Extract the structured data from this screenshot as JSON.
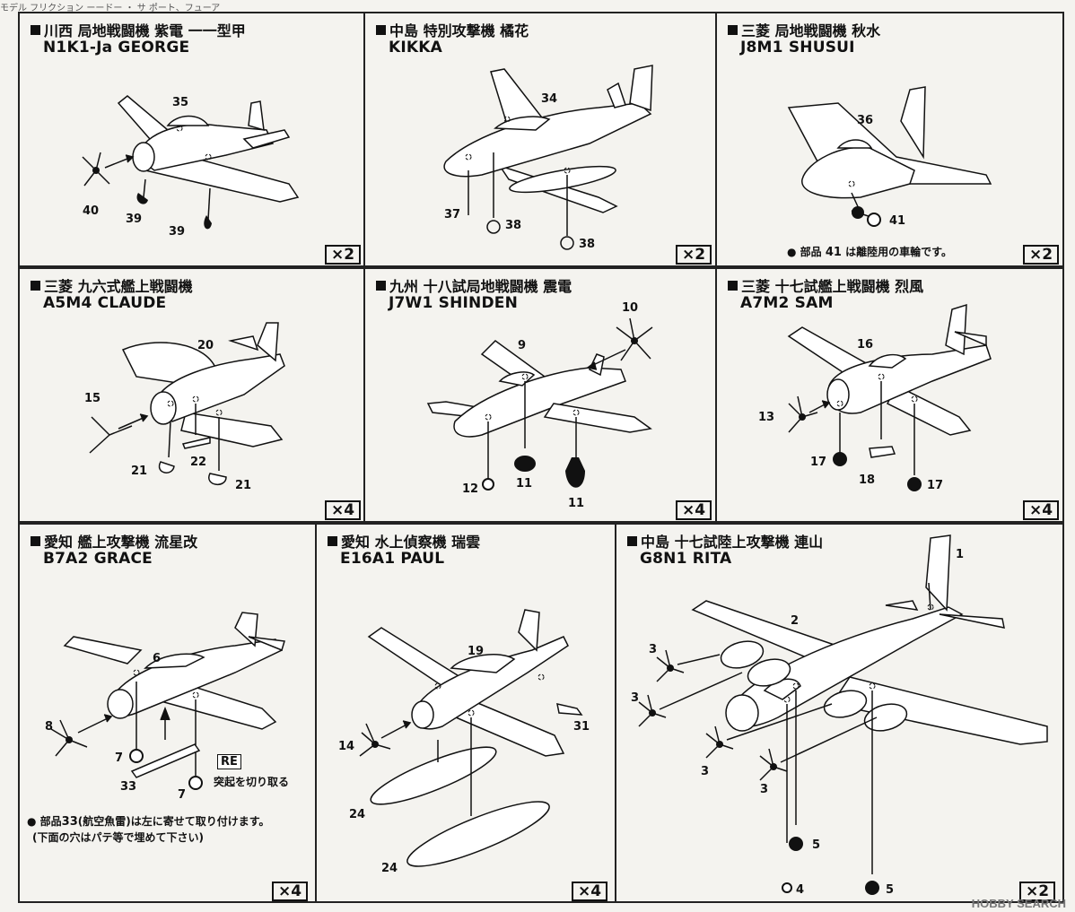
{
  "header_text": "モデル フリクション ーードー ・ サ ポート、フューア",
  "panels": [
    {
      "id": "shiden-kai",
      "title": "川西 局地戦闘機 紫電 一一型甲",
      "subtitle": "N1K1-Ja GEORGE",
      "multiplier": "×2",
      "parts": [
        "35",
        "40",
        "39",
        "39"
      ]
    },
    {
      "id": "kikka",
      "title": "中島 特別攻撃機 橘花",
      "subtitle": "KIKKA",
      "multiplier": "×2",
      "parts": [
        "34",
        "37",
        "38",
        "38"
      ]
    },
    {
      "id": "shusui",
      "title": "三菱 局地戦闘機 秋水",
      "subtitle": "J8M1 SHUSUI",
      "multiplier": "×2",
      "parts": [
        "36",
        "41"
      ],
      "note_prefix": "部品",
      "note_part": "41",
      "note_suffix": "は離陸用の車輪です。"
    },
    {
      "id": "claude",
      "title": "三菱 九六式艦上戦闘機",
      "subtitle": "A5M4 CLAUDE",
      "multiplier": "×4",
      "parts": [
        "20",
        "15",
        "21",
        "22",
        "21"
      ]
    },
    {
      "id": "shinden",
      "title": "九州 十八試局地戦闘機 震電",
      "subtitle": "J7W1 SHINDEN",
      "multiplier": "×4",
      "parts": [
        "10",
        "9",
        "12",
        "11",
        "11"
      ]
    },
    {
      "id": "sam",
      "title": "三菱 十七試艦上戦闘機 烈風",
      "subtitle": "A7M2 SAM",
      "multiplier": "×4",
      "parts": [
        "16",
        "13",
        "17",
        "18",
        "17"
      ]
    },
    {
      "id": "grace",
      "title": "愛知 艦上攻撃機 流星改",
      "subtitle": "B7A2 GRACE",
      "multiplier": "×4",
      "parts": [
        "6",
        "8",
        "7",
        "33",
        "7"
      ],
      "re_label": "RE",
      "re_caption": "突起を切り取る",
      "note_prefix": "部品",
      "note_part": "33",
      "note_suffix": "(航空魚雷)は左に寄せて取り付けます。",
      "note_line2": "(下面の穴はパテ等で埋めて下さい)"
    },
    {
      "id": "paul",
      "title": "愛知 水上偵察機 瑞雲",
      "subtitle": "E16A1 PAUL",
      "multiplier": "×4",
      "parts": [
        "19",
        "31",
        "14",
        "24",
        "24"
      ]
    },
    {
      "id": "rita",
      "title": "中島 十七試陸上攻撃機 連山",
      "subtitle": "G8N1 RITA",
      "multiplier": "×2",
      "parts": [
        "1",
        "2",
        "3",
        "3",
        "3",
        "3",
        "5",
        "4",
        "5"
      ]
    }
  ],
  "watermark": "HOBBY SEARCH",
  "colors": {
    "line": "#111111",
    "paper": "#f4f3ef"
  }
}
